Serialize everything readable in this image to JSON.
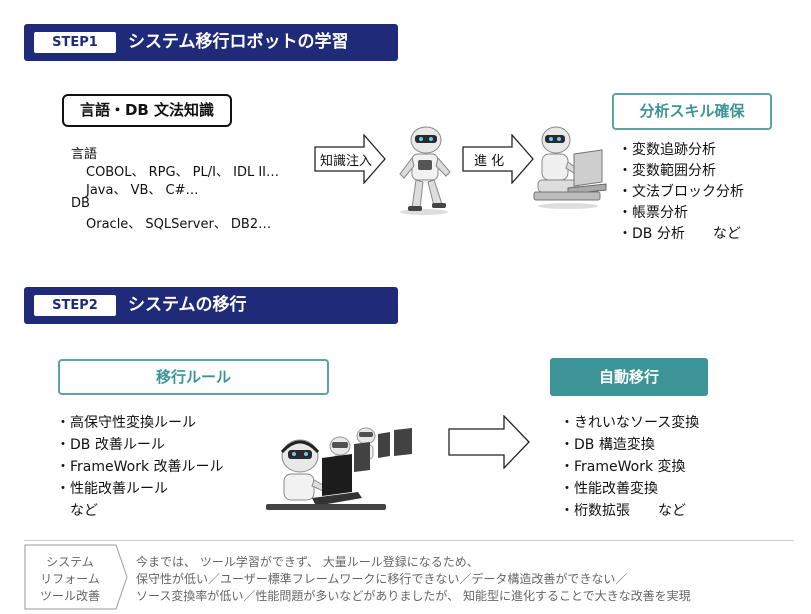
{
  "step1": {
    "badge": "STEP1",
    "title": "システム移行ロボットの学習",
    "knowledge_box": "言語・DB 文法知識",
    "lang_heading": "言語",
    "lang_line1": "COBOL、 RPG、 PL/I、 IDL II…",
    "lang_line2": "Java、 VB、 C#…",
    "db_heading": "DB",
    "db_line1": "Oracle、 SQLServer、 DB2…",
    "arrow1_label": "知識注入",
    "arrow2_label": "進 化",
    "skill_box": "分析スキル確保",
    "skills": [
      "・変数追跡分析",
      "・変数範囲分析",
      "・文法ブロック分析",
      "・帳票分析",
      "・DB 分析　　など"
    ]
  },
  "step2": {
    "badge": "STEP2",
    "title": "システムの移行",
    "rules_box": "移行ルール",
    "rules": [
      "・高保守性変換ルール",
      "・DB 改善ルール",
      "・FrameWork 改善ルール",
      "・性能改善ルール",
      "　など"
    ],
    "auto_box": "自動移行",
    "autos": [
      "・きれいなソース変換",
      "・DB 構造変換",
      "・FrameWork 変換",
      "・性能改善変換",
      "・桁数拡張　　など"
    ]
  },
  "footer": {
    "label_lines": [
      "システム",
      "リフォーム",
      "ツール改善"
    ],
    "lines": [
      "今までは、 ツール学習ができず、 大量ルール登録になるため、",
      "保守性が低い／ユーザー標準フレームワークに移行できない／データ構造改善ができない／",
      "ソース変換率が低い／性能問題が多いなどがありましたが、 知能型に進化することで大きな改善を実現"
    ]
  },
  "colors": {
    "banner": "#1f2a78",
    "teal": "#3d9497",
    "teal_border": "#5aa2a6"
  },
  "icons": [
    "robot-icon",
    "robot-laptop-icon",
    "robots-at-computers-icon"
  ]
}
